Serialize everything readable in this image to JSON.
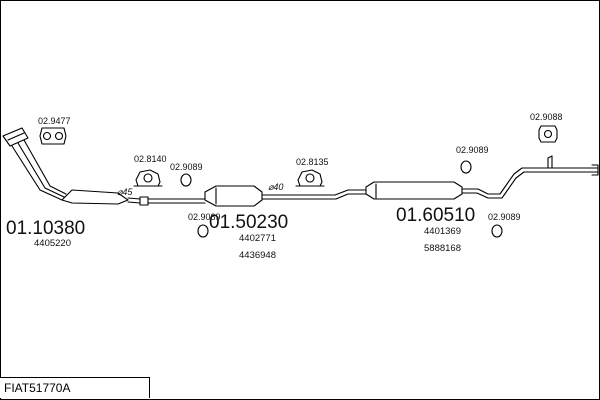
{
  "model": "FIAT51770A",
  "assemblies": {
    "front": {
      "code": "01.10380",
      "oem": [
        "4405220"
      ]
    },
    "middle": {
      "code": "01.50230",
      "oem": [
        "4402771",
        "4436948"
      ]
    },
    "rear": {
      "code": "01.60510",
      "oem": [
        "4401369",
        "5888168"
      ]
    }
  },
  "diameters": {
    "front_pipe": "⌀45",
    "middle_pipe": "⌀40"
  },
  "accessories": {
    "gasket_front": "02.9477",
    "clamp_a": "02.8140",
    "ring_a": "02.9089",
    "ring_b": "02.9089",
    "clamp_b": "02.8135",
    "ring_c": "02.9089",
    "ring_d": "02.9089",
    "rubber_tail": "02.9088"
  }
}
